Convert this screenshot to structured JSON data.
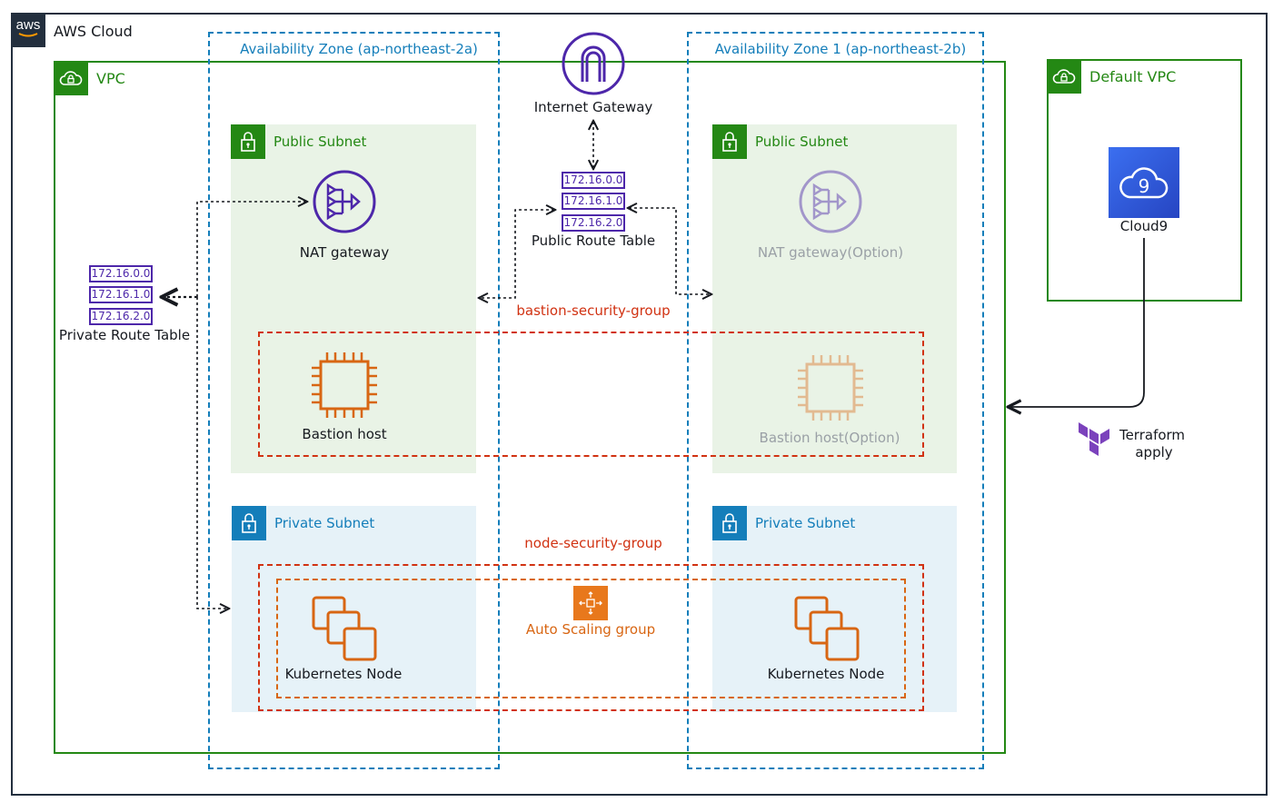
{
  "aws_cloud": {
    "logo_text": "aws",
    "label": "AWS Cloud"
  },
  "vpc": {
    "label": "VPC"
  },
  "default_vpc": {
    "label": "Default VPC"
  },
  "az_a": {
    "label": "Availability Zone (ap-northeast-2a)"
  },
  "az_b": {
    "label": "Availability Zone 1 (ap-northeast-2b)"
  },
  "internet_gateway": {
    "label": "Internet Gateway"
  },
  "public_route_table": {
    "label": "Public Route Table",
    "entries": [
      "172.16.0.0",
      "172.16.1.0",
      "172.16.2.0"
    ]
  },
  "private_route_table": {
    "label": "Private Route Table",
    "entries": [
      "172.16.0.0",
      "172.16.1.0",
      "172.16.2.0"
    ]
  },
  "public_subnet_a": {
    "label": "Public Subnet"
  },
  "public_subnet_b": {
    "label": "Public Subnet"
  },
  "private_subnet_a": {
    "label": "Private Subnet"
  },
  "private_subnet_b": {
    "label": "Private Subnet"
  },
  "nat_gateway": {
    "label": "NAT gateway"
  },
  "nat_gateway_option": {
    "label": "NAT gateway(Option)"
  },
  "bastion_sg": {
    "label": "bastion-security-group"
  },
  "bastion_host": {
    "label": "Bastion host"
  },
  "bastion_host_option": {
    "label": "Bastion host(Option)"
  },
  "node_sg": {
    "label": "node-security-group"
  },
  "asg": {
    "label": "Auto Scaling group"
  },
  "k8s_node_a": {
    "label": "Kubernetes Node"
  },
  "k8s_node_b": {
    "label": "Kubernetes Node"
  },
  "cloud9": {
    "label": "Cloud9"
  },
  "terraform": {
    "label_line1": "Terraform",
    "label_line2": "apply"
  },
  "colors": {
    "vpc_green": "#248814",
    "az_blue": "#147eba",
    "sg_red": "#d13212",
    "asg_orange": "#d86613",
    "network_purple": "#4d27aa",
    "public_subnet_fill": "#e9f3e6",
    "private_subnet_fill": "#e6f2f8",
    "cloud9_blue": "#2e5bdb",
    "terraform_purple": "#7b42bc"
  }
}
